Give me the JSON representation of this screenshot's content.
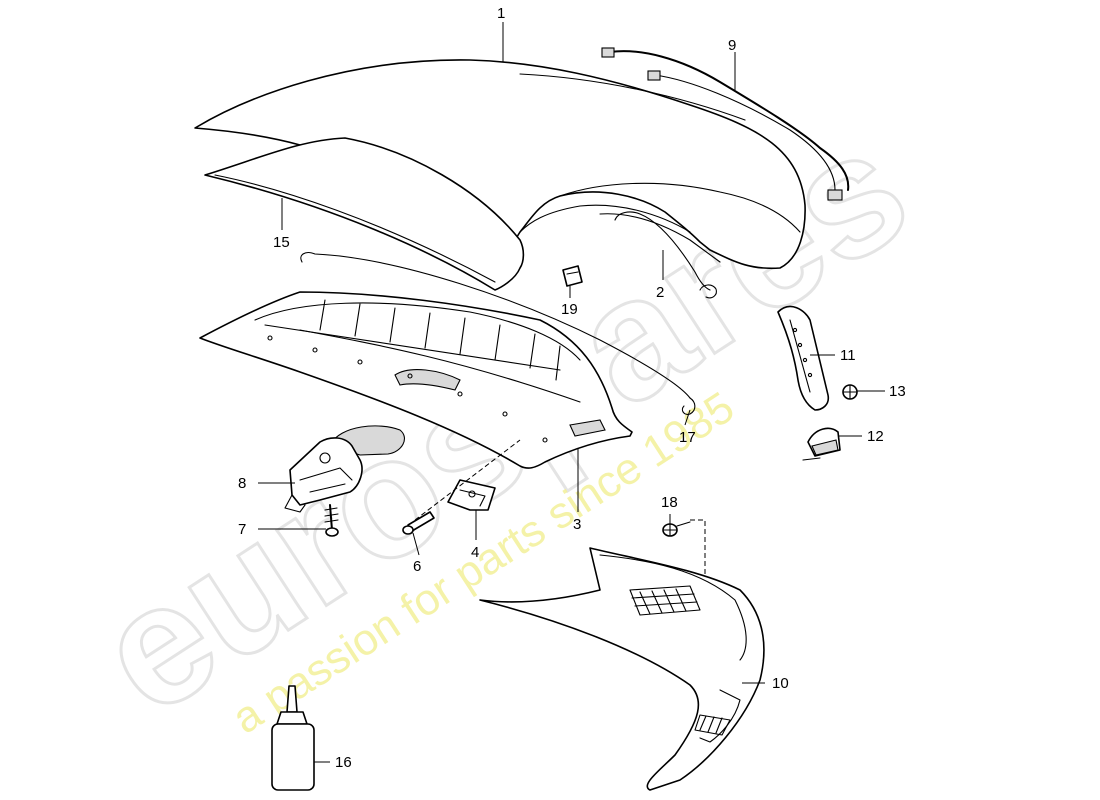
{
  "watermark": {
    "logo_text": "eurospares",
    "tagline": "a passion for parts since 1985"
  },
  "callouts": [
    "1",
    "2",
    "3",
    "4",
    "6",
    "7",
    "8",
    "9",
    "10",
    "11",
    "12",
    "13",
    "15",
    "16",
    "17",
    "18",
    "19"
  ]
}
